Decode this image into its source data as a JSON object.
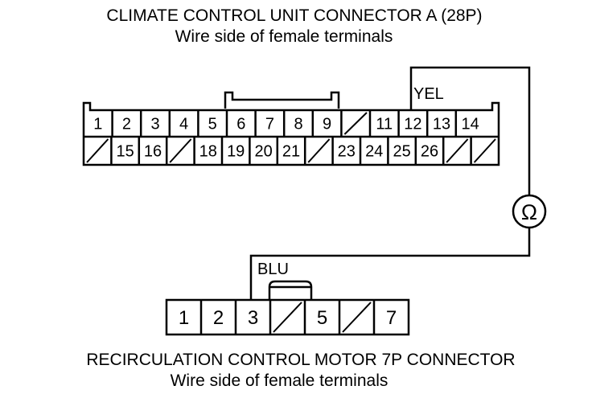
{
  "connector_a": {
    "title": "CLIMATE CONTROL UNIT CONNECTOR A (28P)",
    "subtitle": "Wire side of female terminals",
    "row1": [
      "1",
      "2",
      "3",
      "4",
      "5",
      "6",
      "7",
      "8",
      "9",
      "",
      "11",
      "12",
      "13",
      "14"
    ],
    "row2": [
      "",
      "15",
      "16",
      "",
      "18",
      "19",
      "20",
      "21",
      "",
      "23",
      "24",
      "25",
      "26",
      "",
      ""
    ],
    "wire_label": "YEL"
  },
  "meter": {
    "symbol": "Ω",
    "icon": "ohmmeter-icon"
  },
  "connector_b": {
    "title": "RECIRCULATION CONTROL MOTOR 7P CONNECTOR",
    "subtitle": "Wire side of female terminals",
    "cells": [
      "1",
      "2",
      "3",
      "",
      "5",
      "",
      "7"
    ],
    "wire_label": "BLU"
  }
}
